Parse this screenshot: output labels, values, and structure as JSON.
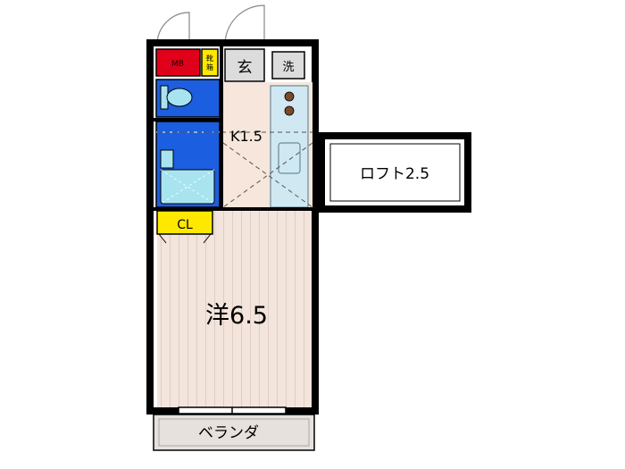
{
  "rooms": {
    "meter_box": "MB",
    "shoe_box": "靴箱",
    "entrance": "玄",
    "washer": "洗",
    "kitchen": "K1.5",
    "closet": "CL",
    "western_room": "洋6.5",
    "balcony": "ベランダ",
    "loft": "ロフト2.5"
  },
  "colors": {
    "wall": "#000000",
    "bath_blue": "#1c5ee0",
    "bath_fixture": "#a8e4ef",
    "meter_red": "#e0001a",
    "closet_yellow": "#ffe800",
    "kitchen_floor": "#f6e6dc",
    "counter": "#cfe8f2",
    "room_floor": "#f3e4dc",
    "balcony_fill": "#e6e1dc",
    "entrance_gray": "#dcdcdc"
  }
}
